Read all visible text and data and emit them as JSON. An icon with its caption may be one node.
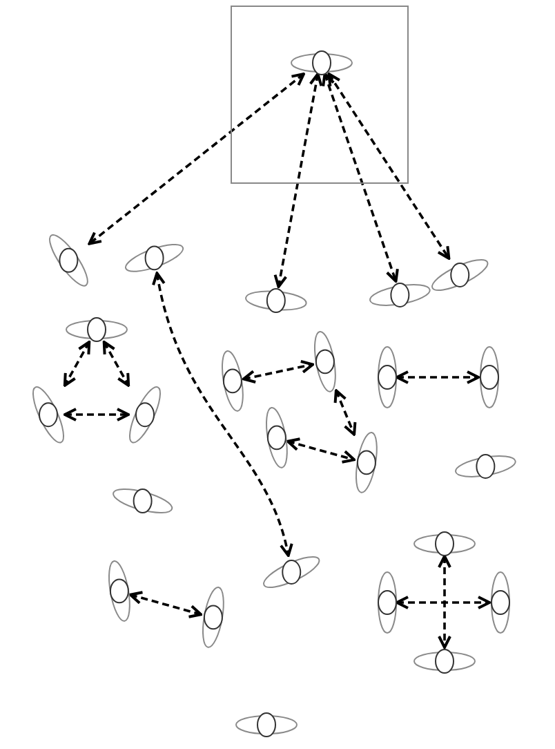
{
  "diagram": {
    "nodes": [
      {
        "text": [],
        "shape": "box"
      },
      {
        "text": [],
        "shape": "person",
        "in": 0
      },
      {
        "text": [],
        "shape": "person"
      },
      {
        "text": [],
        "shape": "person"
      },
      {
        "text": [],
        "shape": "person"
      },
      {
        "text": [],
        "shape": "person"
      },
      {
        "text": [],
        "shape": "person"
      },
      {
        "text": [],
        "shape": "person"
      },
      {
        "text": [],
        "shape": "person"
      },
      {
        "text": [],
        "shape": "person"
      },
      {
        "text": [],
        "shape": "person"
      },
      {
        "text": [],
        "shape": "person"
      },
      {
        "text": [],
        "shape": "person"
      },
      {
        "text": [],
        "shape": "person"
      },
      {
        "text": [],
        "shape": "person"
      },
      {
        "text": [],
        "shape": "person"
      },
      {
        "text": [],
        "shape": "person"
      },
      {
        "text": [],
        "shape": "person"
      },
      {
        "text": [],
        "shape": "person"
      },
      {
        "text": [],
        "shape": "person"
      },
      {
        "text": [],
        "shape": "person"
      },
      {
        "text": [],
        "shape": "person"
      },
      {
        "text": [],
        "shape": "person"
      },
      {
        "text": [],
        "shape": "person"
      },
      {
        "text": [],
        "shape": "person"
      },
      {
        "text": [],
        "shape": "person"
      }
    ],
    "edges": [
      {
        "from": 1,
        "to": 2,
        "arrow": "both",
        "style": "dashed"
      },
      {
        "from": 1,
        "to": 4,
        "arrow": "both",
        "style": "dashed"
      },
      {
        "from": 1,
        "to": 5,
        "arrow": "both",
        "style": "dashed"
      },
      {
        "from": 1,
        "to": 6,
        "arrow": "both",
        "style": "dashed"
      },
      {
        "from": 3,
        "to": 18,
        "arrow": "both",
        "style": "dashed"
      },
      {
        "from": 7,
        "to": 8,
        "arrow": "both",
        "style": "dashed"
      },
      {
        "from": 7,
        "to": 9,
        "arrow": "both",
        "style": "dashed"
      },
      {
        "from": 8,
        "to": 9,
        "arrow": "both",
        "style": "dashed"
      },
      {
        "from": 10,
        "to": 11,
        "arrow": "both",
        "style": "dashed"
      },
      {
        "from": 11,
        "to": 15,
        "arrow": "both",
        "style": "dashed"
      },
      {
        "from": 14,
        "to": 15,
        "arrow": "both",
        "style": "dashed"
      },
      {
        "from": 12,
        "to": 13,
        "arrow": "both",
        "style": "dashed"
      },
      {
        "from": 19,
        "to": 20,
        "arrow": "both",
        "style": "dashed"
      },
      {
        "from": 21,
        "to": 24,
        "arrow": "both",
        "style": "dashed"
      },
      {
        "from": 22,
        "to": 23,
        "arrow": "both",
        "style": "dashed"
      }
    ]
  }
}
